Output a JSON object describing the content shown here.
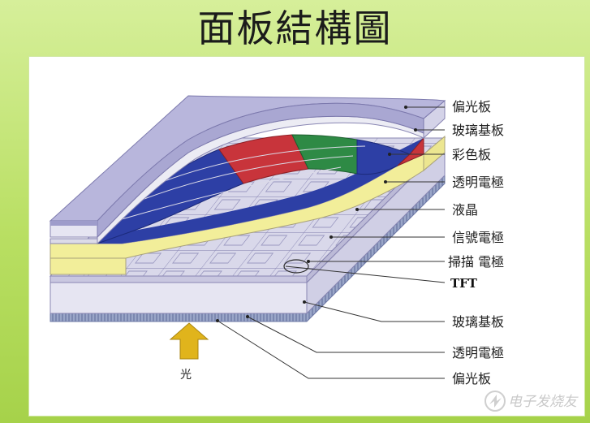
{
  "title": "面板結構圖",
  "labels": {
    "polarizer_top": "偏光板",
    "glass_top": "玻璃基板",
    "color_filter": "彩色板",
    "electrode_top": "透明電極",
    "liquid_crystal": "液晶",
    "signal_electrode": "信號電極",
    "scan_electrode": "掃描 電極",
    "tft": "TFT",
    "glass_bottom": "玻璃基板",
    "electrode_bottom": "透明電極",
    "polarizer_bottom": "偏光板"
  },
  "light_label": "光",
  "watermark": "电子发烧友",
  "colors": {
    "polarizer": "#b8b6dc",
    "glass": "#ececf4",
    "liquid_crystal": "#f2ee9a",
    "filter_red": "#c8343b",
    "filter_green": "#2e8a45",
    "filter_blue": "#2d3fa5",
    "arrow": "#e0b41c"
  }
}
